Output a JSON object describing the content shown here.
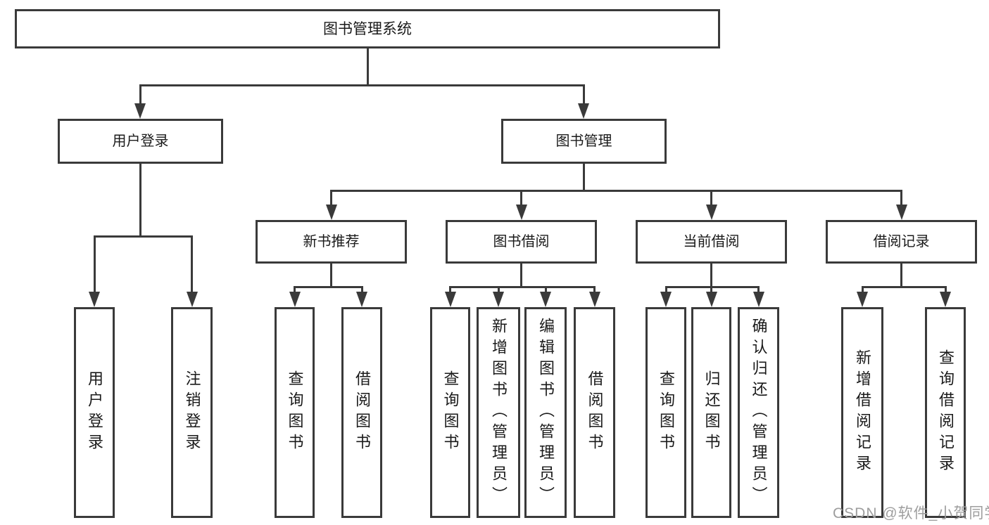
{
  "tree": {
    "root": {
      "label": "图书管理系统",
      "children": [
        {
          "label": "用户登录",
          "children": [
            {
              "label": "用户登录"
            },
            {
              "label": "注销登录"
            }
          ]
        },
        {
          "label": "图书管理",
          "children": [
            {
              "label": "新书推荐",
              "children": [
                {
                  "label": "查询图书"
                },
                {
                  "label": "借阅图书"
                }
              ]
            },
            {
              "label": "图书借阅",
              "children": [
                {
                  "label": "查询图书"
                },
                {
                  "label": "新增图书（管理员）"
                },
                {
                  "label": "编辑图书（管理员）"
                },
                {
                  "label": "借阅图书"
                }
              ]
            },
            {
              "label": "当前借阅",
              "children": [
                {
                  "label": "查询图书"
                },
                {
                  "label": "归还图书"
                },
                {
                  "label": "确认归还（管理员）"
                }
              ]
            },
            {
              "label": "借阅记录",
              "children": [
                {
                  "label": "新增借阅记录"
                },
                {
                  "label": "查询借阅记录"
                }
              ]
            }
          ]
        }
      ]
    }
  },
  "watermark": {
    "text": "CSDN @软件_小贺同学"
  },
  "colors": {
    "line": "#3a3a3a",
    "text": "#1a1a1a",
    "watermark": "#9e9e9e",
    "background": "#ffffff"
  }
}
